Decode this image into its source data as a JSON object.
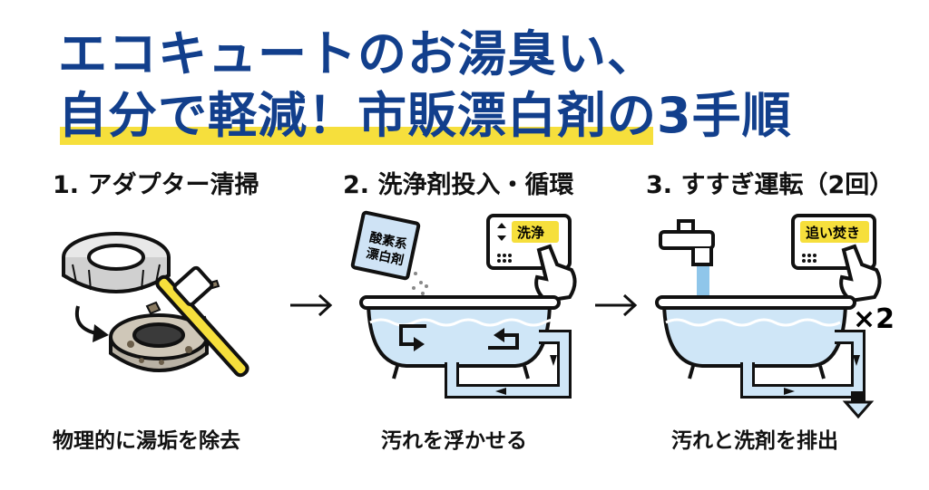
{
  "header": {
    "title_line1": "エコキュートのお湯臭い、",
    "title_line2": "自分で軽減！市販漂白剤の3手順",
    "accent_color": "#123f8c",
    "highlight_color": "#f6df3c"
  },
  "steps": [
    {
      "heading": "1. アダプター清掃",
      "caption": "物理的に湯垢を除去"
    },
    {
      "heading": "2. 洗浄剤投入・循環",
      "caption": "汚れを浮かせる",
      "packet_label_line1": "酸素系",
      "packet_label_line2": "漂白剤",
      "panel_button": "洗浄"
    },
    {
      "heading": "3. すすぎ運転（2回）",
      "caption": "汚れと洗剤を排出",
      "panel_button": "追い焚き",
      "repeat_label": "×2"
    }
  ],
  "colors": {
    "water": "#cfe6f7",
    "line": "#111111",
    "brush": "#f6df3c"
  }
}
